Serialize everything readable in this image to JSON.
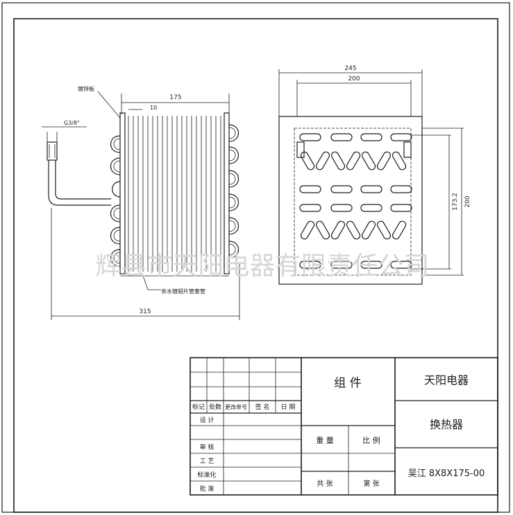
{
  "watermark": "辉县市天阳电器有限责任公司",
  "left_view": {
    "dim_width": "175",
    "dim_fin": "10",
    "dim_total": "315",
    "label_pipe": "G3/8\"",
    "label_plate": "镀锌板",
    "label_fin": "亲水镀翅片管套管"
  },
  "right_view": {
    "dim_outer": "245",
    "dim_inner": "200",
    "dim_height_outer": "200",
    "dim_height_inner": "173.2"
  },
  "title_block": {
    "grid_headers": [
      "标记",
      "处数",
      "更改单号",
      "签 名",
      "日 期"
    ],
    "roles": [
      "设 计",
      "审 核",
      "工 艺",
      "标准化",
      "批 准"
    ],
    "part_label": "组 件",
    "weight_label": "重 量",
    "scale_label": "比 例",
    "total_sheets": "共   张",
    "sheet_no": "第   张",
    "company": "天阳电器",
    "product": "换热器",
    "model": "吴江 8X8X175-00"
  }
}
